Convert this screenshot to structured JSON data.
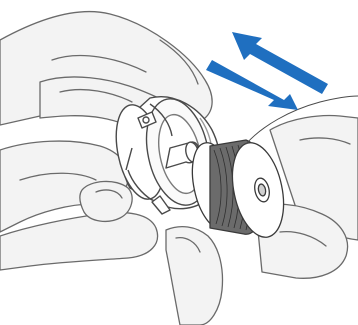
{
  "illustration": {
    "subject": "bobbin-insertion-into-bobbin-case",
    "colors": {
      "background": "#ffffff",
      "skin_fill": "#f3f3f3",
      "skin_shade": "#d9d9d9",
      "outline": "#5a5a5a",
      "metal_fill": "#ffffff",
      "metal_shade": "#9a9a9a",
      "thread_dark": "#4a4a4a",
      "arrow": "#1f6fc0"
    },
    "arrows": [
      {
        "name": "insert-direction-arrow",
        "direction": "up-left"
      },
      {
        "name": "remove-direction-arrow",
        "direction": "down-right"
      }
    ]
  }
}
